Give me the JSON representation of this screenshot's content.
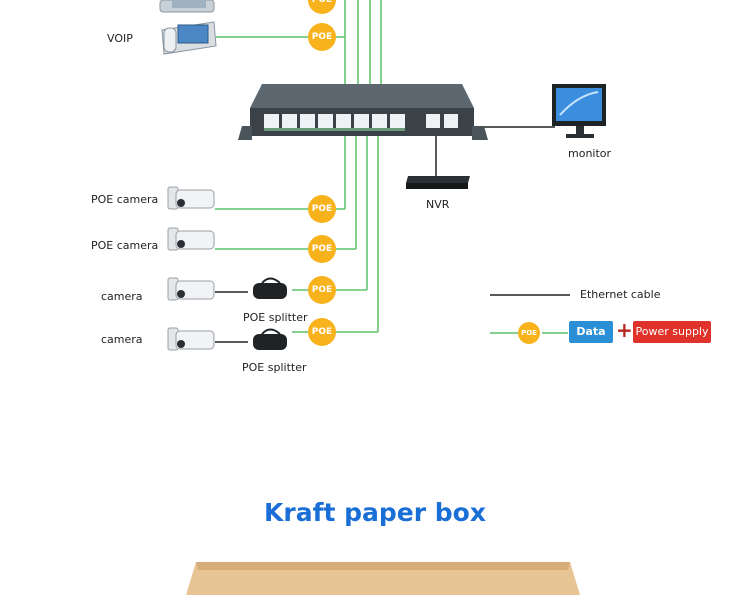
{
  "devices": {
    "voip_label": "VOIP",
    "monitor_label": "monitor",
    "nvr_label": "NVR",
    "poe_camera_1_label": "POE camera",
    "poe_camera_2_label": "POE camera",
    "camera_1_label": "camera",
    "camera_2_label": "camera",
    "splitter_1_label": "POE splitter",
    "splitter_2_label": "POE splitter"
  },
  "poe_badge_text": "POE",
  "legend": {
    "ethernet_label": "Ethernet cable",
    "poe_text": "POE",
    "data_label": "Data",
    "plus": "+",
    "power_label": "Power supply"
  },
  "section_title": "Kraft paper box",
  "colors": {
    "poe_orange": "#f7b21c",
    "poe_line_green": "#5cc26b",
    "switch_body": "#3a4248",
    "data_blue": "#2b8fd6",
    "power_red": "#e0312a",
    "title_blue": "#1a6fd6",
    "kraft_box": "#e7c493"
  }
}
